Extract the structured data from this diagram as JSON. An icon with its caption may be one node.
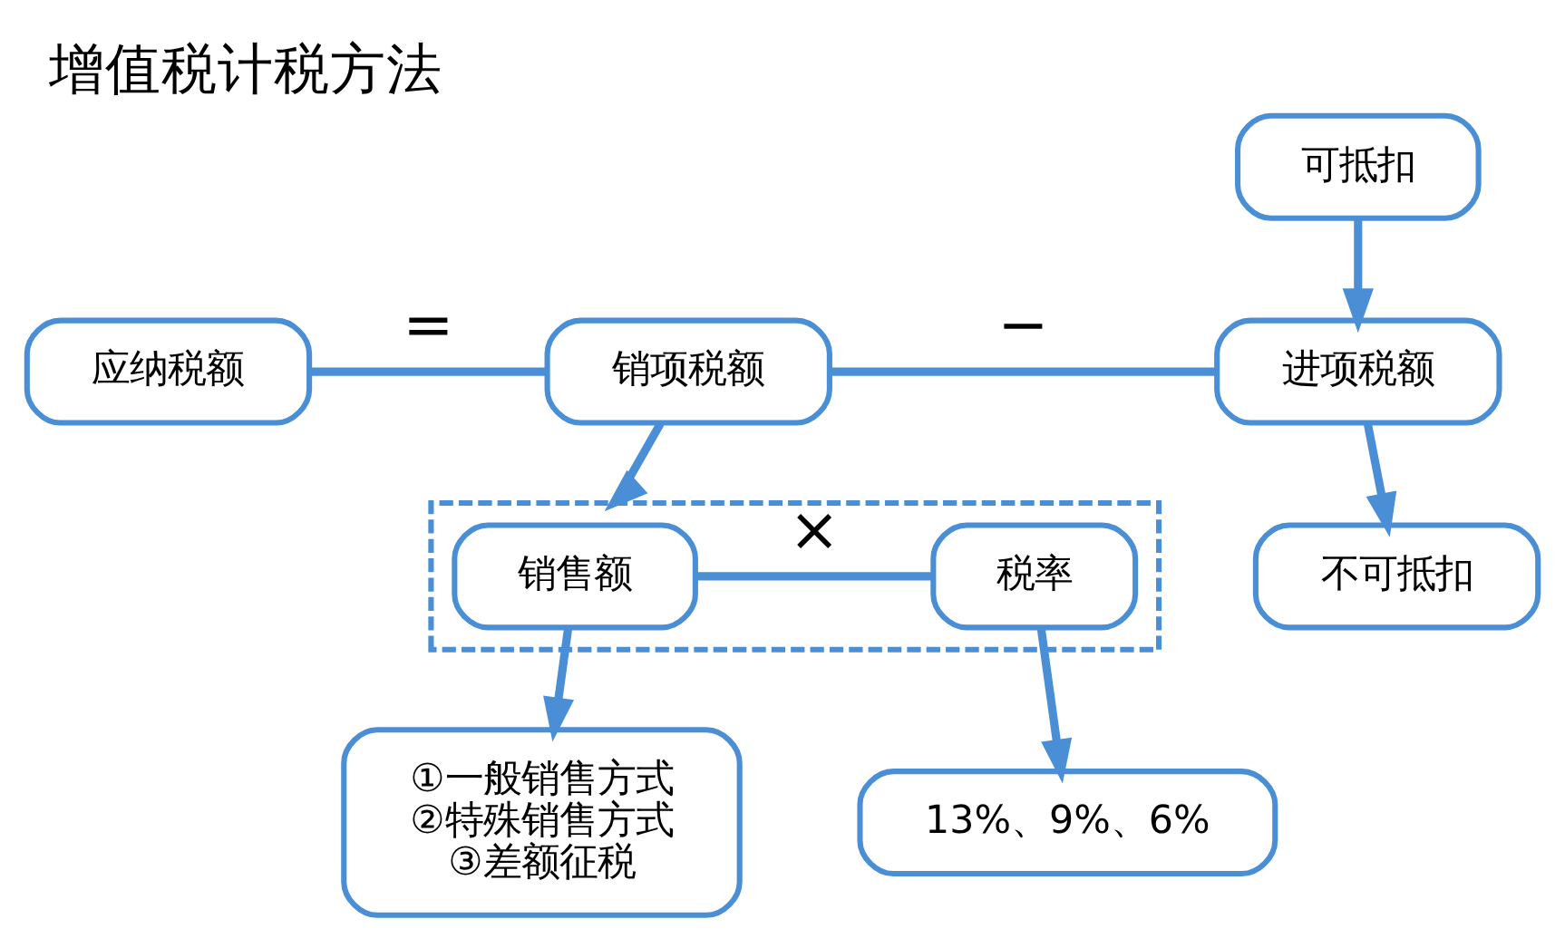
{
  "diagram": {
    "title": "增值税计税方法",
    "nodes": [
      {
        "text": [
          "应纳税额"
        ]
      },
      {
        "text": [
          "销项税额"
        ]
      },
      {
        "text": [
          "进项税额"
        ]
      },
      {
        "text": [
          "可抵扣"
        ]
      },
      {
        "text": [
          "不可抵扣"
        ]
      },
      {
        "text": [],
        "shape": "box"
      },
      {
        "text": [
          "销售额"
        ],
        "in": 5
      },
      {
        "text": [
          "税率"
        ],
        "in": 5
      },
      {
        "text": [
          "①一般销售方式",
          "②特殊销售方式",
          "③差额征税"
        ]
      },
      {
        "text": [
          "13%、9%、6%"
        ]
      }
    ],
    "edges": [
      {
        "from": 0,
        "to": 1,
        "arrow": "none",
        "label": "="
      },
      {
        "from": 1,
        "to": 2,
        "arrow": "none",
        "label": "−"
      },
      {
        "from": 3,
        "to": 2,
        "arrow": "to"
      },
      {
        "from": 2,
        "to": 4,
        "arrow": "to"
      },
      {
        "from": 1,
        "to": 5,
        "arrow": "to"
      },
      {
        "from": 6,
        "to": 7,
        "arrow": "none",
        "label": "×"
      },
      {
        "from": 6,
        "to": 8,
        "arrow": "to"
      },
      {
        "from": 7,
        "to": 9,
        "arrow": "to"
      }
    ]
  }
}
